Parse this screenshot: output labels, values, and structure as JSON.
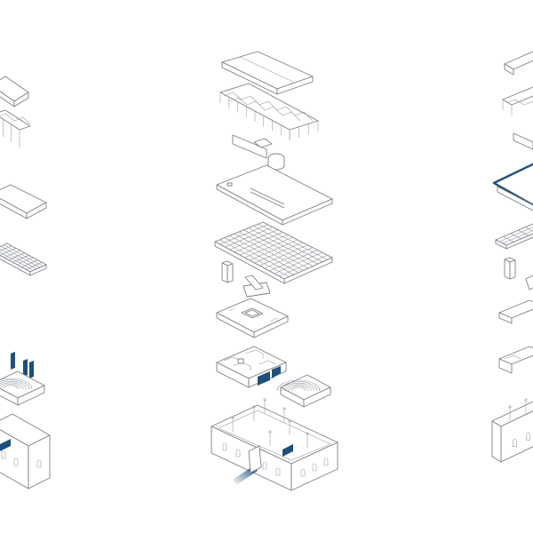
{
  "colors": {
    "accent": "#1f4f7a",
    "line": "#7a7f86",
    "background": "#ffffff"
  },
  "panels": [
    {
      "name": "exploded-axonometric-left",
      "highlight": "circulation-and-auditorium"
    },
    {
      "name": "exploded-axonometric-center",
      "highlight": "entry-and-facade-openings"
    },
    {
      "name": "exploded-axonometric-right",
      "highlight": "floor-plate-outline"
    }
  ]
}
